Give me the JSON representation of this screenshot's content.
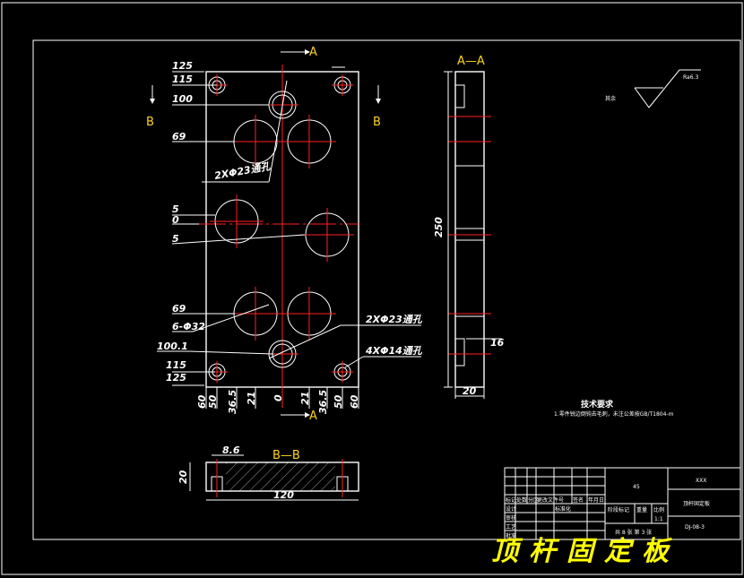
{
  "front_view": {
    "dims_left": [
      "125",
      "115",
      "100",
      "69",
      "5",
      "0",
      "5",
      "69",
      "6-Φ32",
      "100.1",
      "115",
      "125"
    ],
    "dims_bottom": [
      "60",
      "50",
      "36.5",
      "21",
      "0",
      "21",
      "36.5",
      "50",
      "60"
    ],
    "note_2x23_top": "2XΦ23通孔",
    "note_2x23_bottom": "2XΦ23通孔",
    "note_4x14": "4XΦ14通孔"
  },
  "section_markers": {
    "a": "A",
    "b": "B"
  },
  "side_view": {
    "title": "A—A",
    "dim_height": "250",
    "dim_step": "16",
    "dim_width": "20"
  },
  "bottom_view": {
    "title": "B—B",
    "dim_height": "20",
    "dim_top": "8.6",
    "dim_length": "120"
  },
  "roughness": {
    "label": "其余",
    "value": "Ra6.3"
  },
  "tech_requirements": {
    "title": "技术要求",
    "line1": "1.零件锐边倒钝去毛刺，未注公差按GB/T1804-m"
  },
  "title_block": {
    "material": "45",
    "company": "XXX",
    "part_name": "顶杆固定板",
    "drawing_no": "DJ-08-3",
    "scale": "1:1",
    "sheet": "共 8 张 第 3 张",
    "stage": "阶段标记",
    "weight": "重量",
    "ratio_label": "比例",
    "headers": [
      "标记",
      "处数",
      "分区",
      "更改文件号",
      "签名",
      "年月日"
    ],
    "rows": [
      "设计",
      "审核",
      "工艺",
      "批准"
    ],
    "std": "标准化"
  },
  "footer_title": "顶杆固定板"
}
